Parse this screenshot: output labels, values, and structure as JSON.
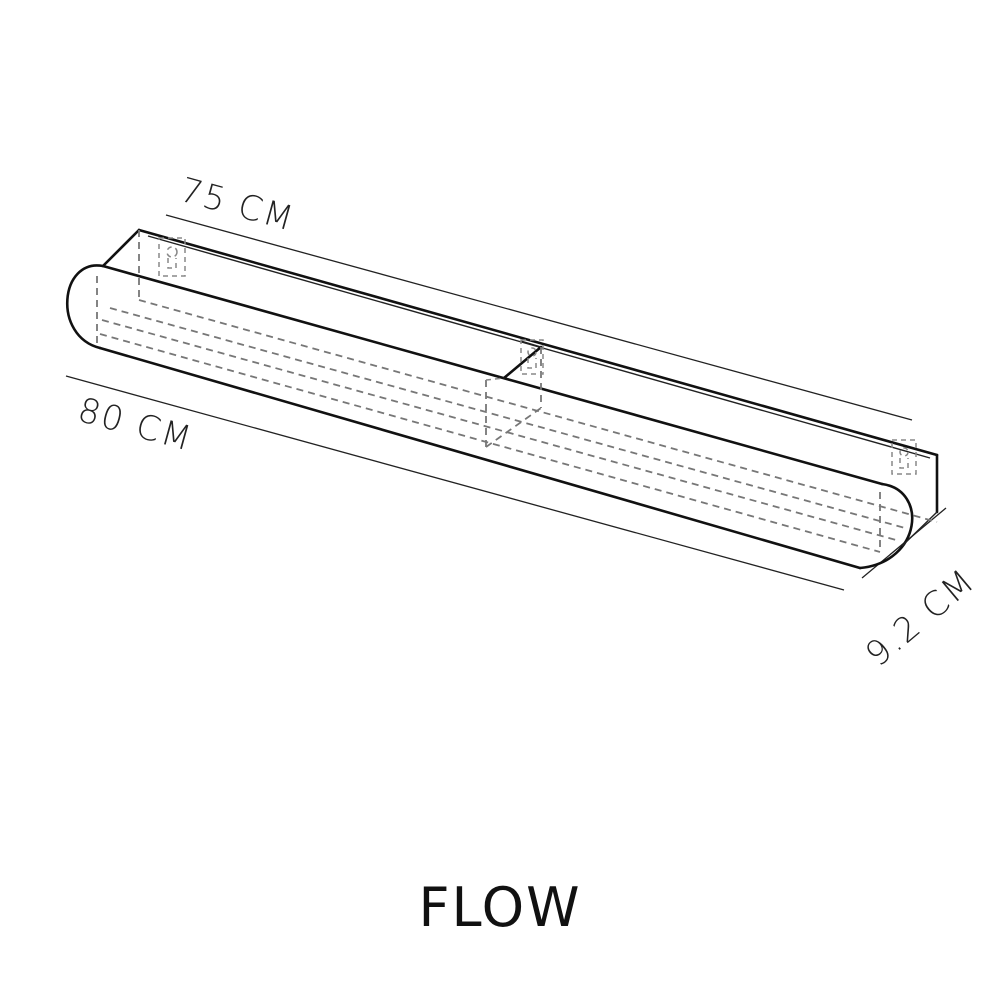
{
  "product": {
    "name": "FLOW"
  },
  "dimensions": {
    "back_length": "75 CM",
    "front_length": "80 CM",
    "depth": "9.2 CM"
  },
  "colors": {
    "line": "#111111",
    "hidden_line": "#777777",
    "background": "#ffffff"
  }
}
